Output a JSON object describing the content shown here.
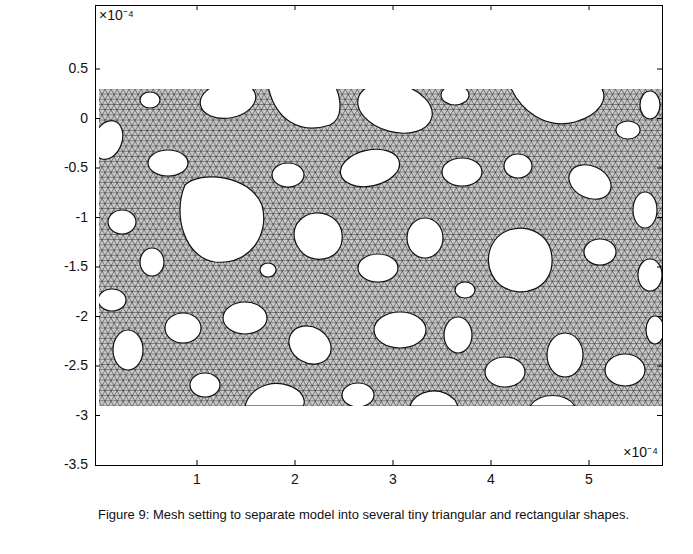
{
  "diagram": {
    "caption": "Figure 9: Mesh setting to separate model into several tiny triangular and rectangular shapes.",
    "labels": [
      "×10⁻⁴",
      "0.5",
      "0",
      "-0.5",
      "-1",
      "-1.5",
      "-2",
      "-2.5",
      "-3",
      "-3.5",
      "1",
      "2",
      "3",
      "4",
      "5",
      "×10⁻⁴"
    ]
  }
}
